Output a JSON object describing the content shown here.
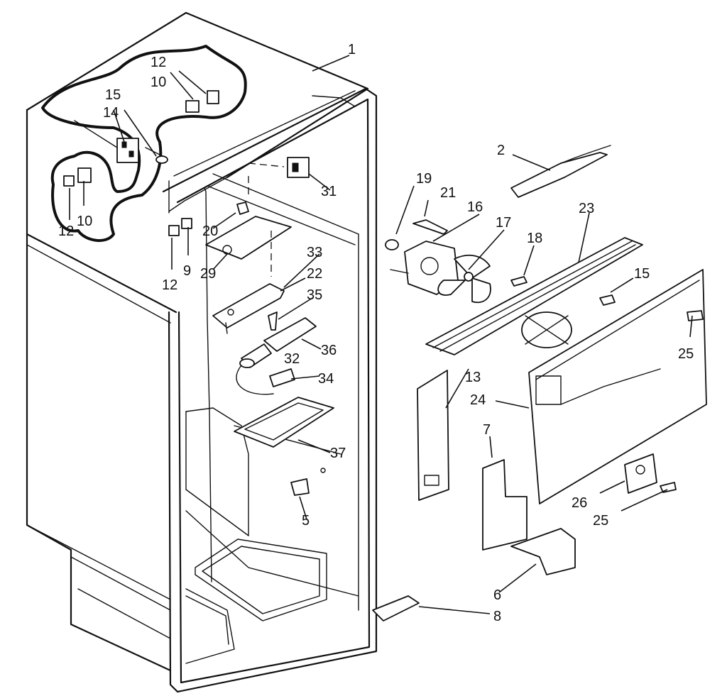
{
  "callouts": [
    {
      "id": "1",
      "text": "1"
    },
    {
      "id": "2",
      "text": "2"
    },
    {
      "id": "5",
      "text": "5"
    },
    {
      "id": "6",
      "text": "6"
    },
    {
      "id": "7",
      "text": "7"
    },
    {
      "id": "8",
      "text": "8"
    },
    {
      "id": "9",
      "text": "9"
    },
    {
      "id": "10a",
      "text": "10"
    },
    {
      "id": "10b",
      "text": "10"
    },
    {
      "id": "12a",
      "text": "12"
    },
    {
      "id": "12b",
      "text": "12"
    },
    {
      "id": "12c",
      "text": "12"
    },
    {
      "id": "13",
      "text": "13"
    },
    {
      "id": "14",
      "text": "14"
    },
    {
      "id": "15a",
      "text": "15"
    },
    {
      "id": "15b",
      "text": "15"
    },
    {
      "id": "16",
      "text": "16"
    },
    {
      "id": "17",
      "text": "17"
    },
    {
      "id": "18",
      "text": "18"
    },
    {
      "id": "19",
      "text": "19"
    },
    {
      "id": "20",
      "text": "20"
    },
    {
      "id": "21",
      "text": "21"
    },
    {
      "id": "22",
      "text": "22"
    },
    {
      "id": "23",
      "text": "23"
    },
    {
      "id": "24",
      "text": "24"
    },
    {
      "id": "25a",
      "text": "25"
    },
    {
      "id": "25b",
      "text": "25"
    },
    {
      "id": "26",
      "text": "26"
    },
    {
      "id": "29",
      "text": "29"
    },
    {
      "id": "31",
      "text": "31"
    },
    {
      "id": "32",
      "text": "32"
    },
    {
      "id": "33",
      "text": "33"
    },
    {
      "id": "34",
      "text": "34"
    },
    {
      "id": "35",
      "text": "35"
    },
    {
      "id": "36",
      "text": "36"
    },
    {
      "id": "37",
      "text": "37"
    }
  ]
}
